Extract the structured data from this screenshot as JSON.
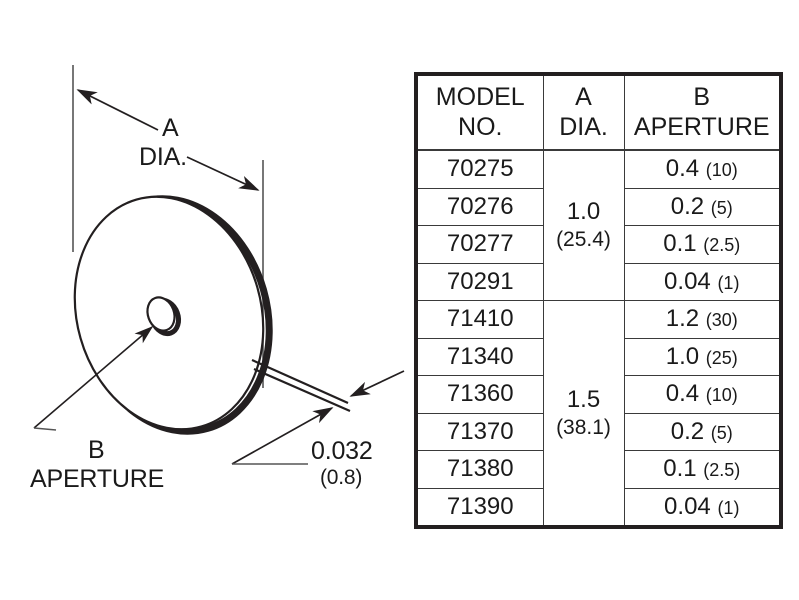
{
  "drawing": {
    "dimension_a": {
      "label_line1": "A",
      "label_line2": "DIA."
    },
    "aperture": {
      "label_line1": "B",
      "label_line2": "APERTURE"
    },
    "thickness": {
      "value_in": "0.032",
      "value_mm": "(0.8)"
    },
    "colors": {
      "line": "#231f20",
      "thin_line": "#3a3a3a",
      "background": "#ffffff"
    }
  },
  "table": {
    "headers": [
      {
        "line1": "MODEL",
        "line2": "NO."
      },
      {
        "line1": "A",
        "line2": "DIA."
      },
      {
        "line1": "B",
        "line2": "APERTURE"
      }
    ],
    "groups": [
      {
        "a_dia_in": "1.0",
        "a_dia_mm": "(25.4)",
        "rows": [
          {
            "model": "70275",
            "b_in": "0.4",
            "b_mm": "(10)"
          },
          {
            "model": "70276",
            "b_in": "0.2",
            "b_mm": "(5)"
          },
          {
            "model": "70277",
            "b_in": "0.1",
            "b_mm": "(2.5)"
          },
          {
            "model": "70291",
            "b_in": "0.04",
            "b_mm": "(1)"
          }
        ]
      },
      {
        "a_dia_in": "1.5",
        "a_dia_mm": "(38.1)",
        "rows": [
          {
            "model": "71410",
            "b_in": "1.2",
            "b_mm": "(30)"
          },
          {
            "model": "71340",
            "b_in": "1.0",
            "b_mm": "(25)"
          },
          {
            "model": "71360",
            "b_in": "0.4",
            "b_mm": "(10)"
          },
          {
            "model": "71370",
            "b_in": "0.2",
            "b_mm": "(5)"
          },
          {
            "model": "71380",
            "b_in": "0.1",
            "b_mm": "(2.5)"
          },
          {
            "model": "71390",
            "b_in": "0.04",
            "b_mm": "(1)"
          }
        ]
      }
    ]
  }
}
